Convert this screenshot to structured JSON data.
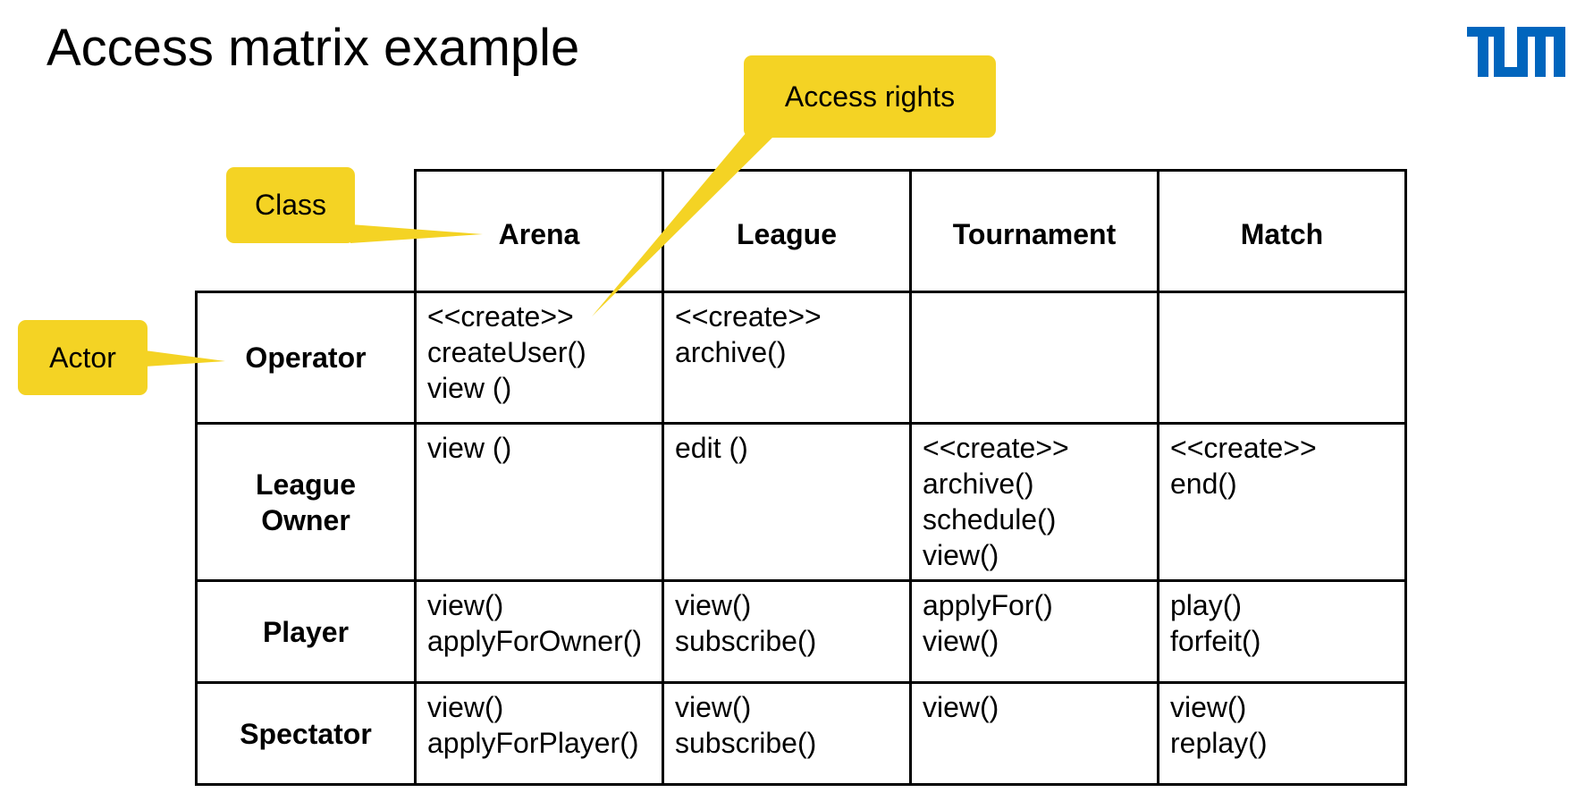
{
  "title": "Access matrix example",
  "logo": {
    "icon": "tum-logo",
    "color": "#0065bd"
  },
  "callouts": {
    "access_rights": "Access rights",
    "class": "Class",
    "actor": "Actor",
    "color": "#f4d324"
  },
  "matrix": {
    "columns": [
      "Arena",
      "League",
      "Tournament",
      "Match"
    ],
    "rows": [
      {
        "actor": "Operator",
        "cells": [
          [
            "<<create>>",
            "createUser()",
            "view ()"
          ],
          [
            "<<create>>",
            "archive()"
          ],
          [],
          []
        ]
      },
      {
        "actor": "League Owner",
        "actor_lines": [
          "League",
          "Owner"
        ],
        "cells": [
          [
            "view ()"
          ],
          [
            "edit ()"
          ],
          [
            "<<create>>",
            "archive()",
            "schedule()",
            "view()"
          ],
          [
            "<<create>>",
            "end()"
          ]
        ]
      },
      {
        "actor": "Player",
        "cells": [
          [
            "view()",
            "applyForOwner()"
          ],
          [
            "view()",
            "subscribe()"
          ],
          [
            "applyFor()",
            "view()"
          ],
          [
            "play()",
            "forfeit()"
          ]
        ]
      },
      {
        "actor": "Spectator",
        "cells": [
          [
            "view()",
            "applyForPlayer()"
          ],
          [
            "view()",
            "subscribe()"
          ],
          [
            "view()"
          ],
          [
            "view()",
            "replay()"
          ]
        ]
      }
    ]
  }
}
